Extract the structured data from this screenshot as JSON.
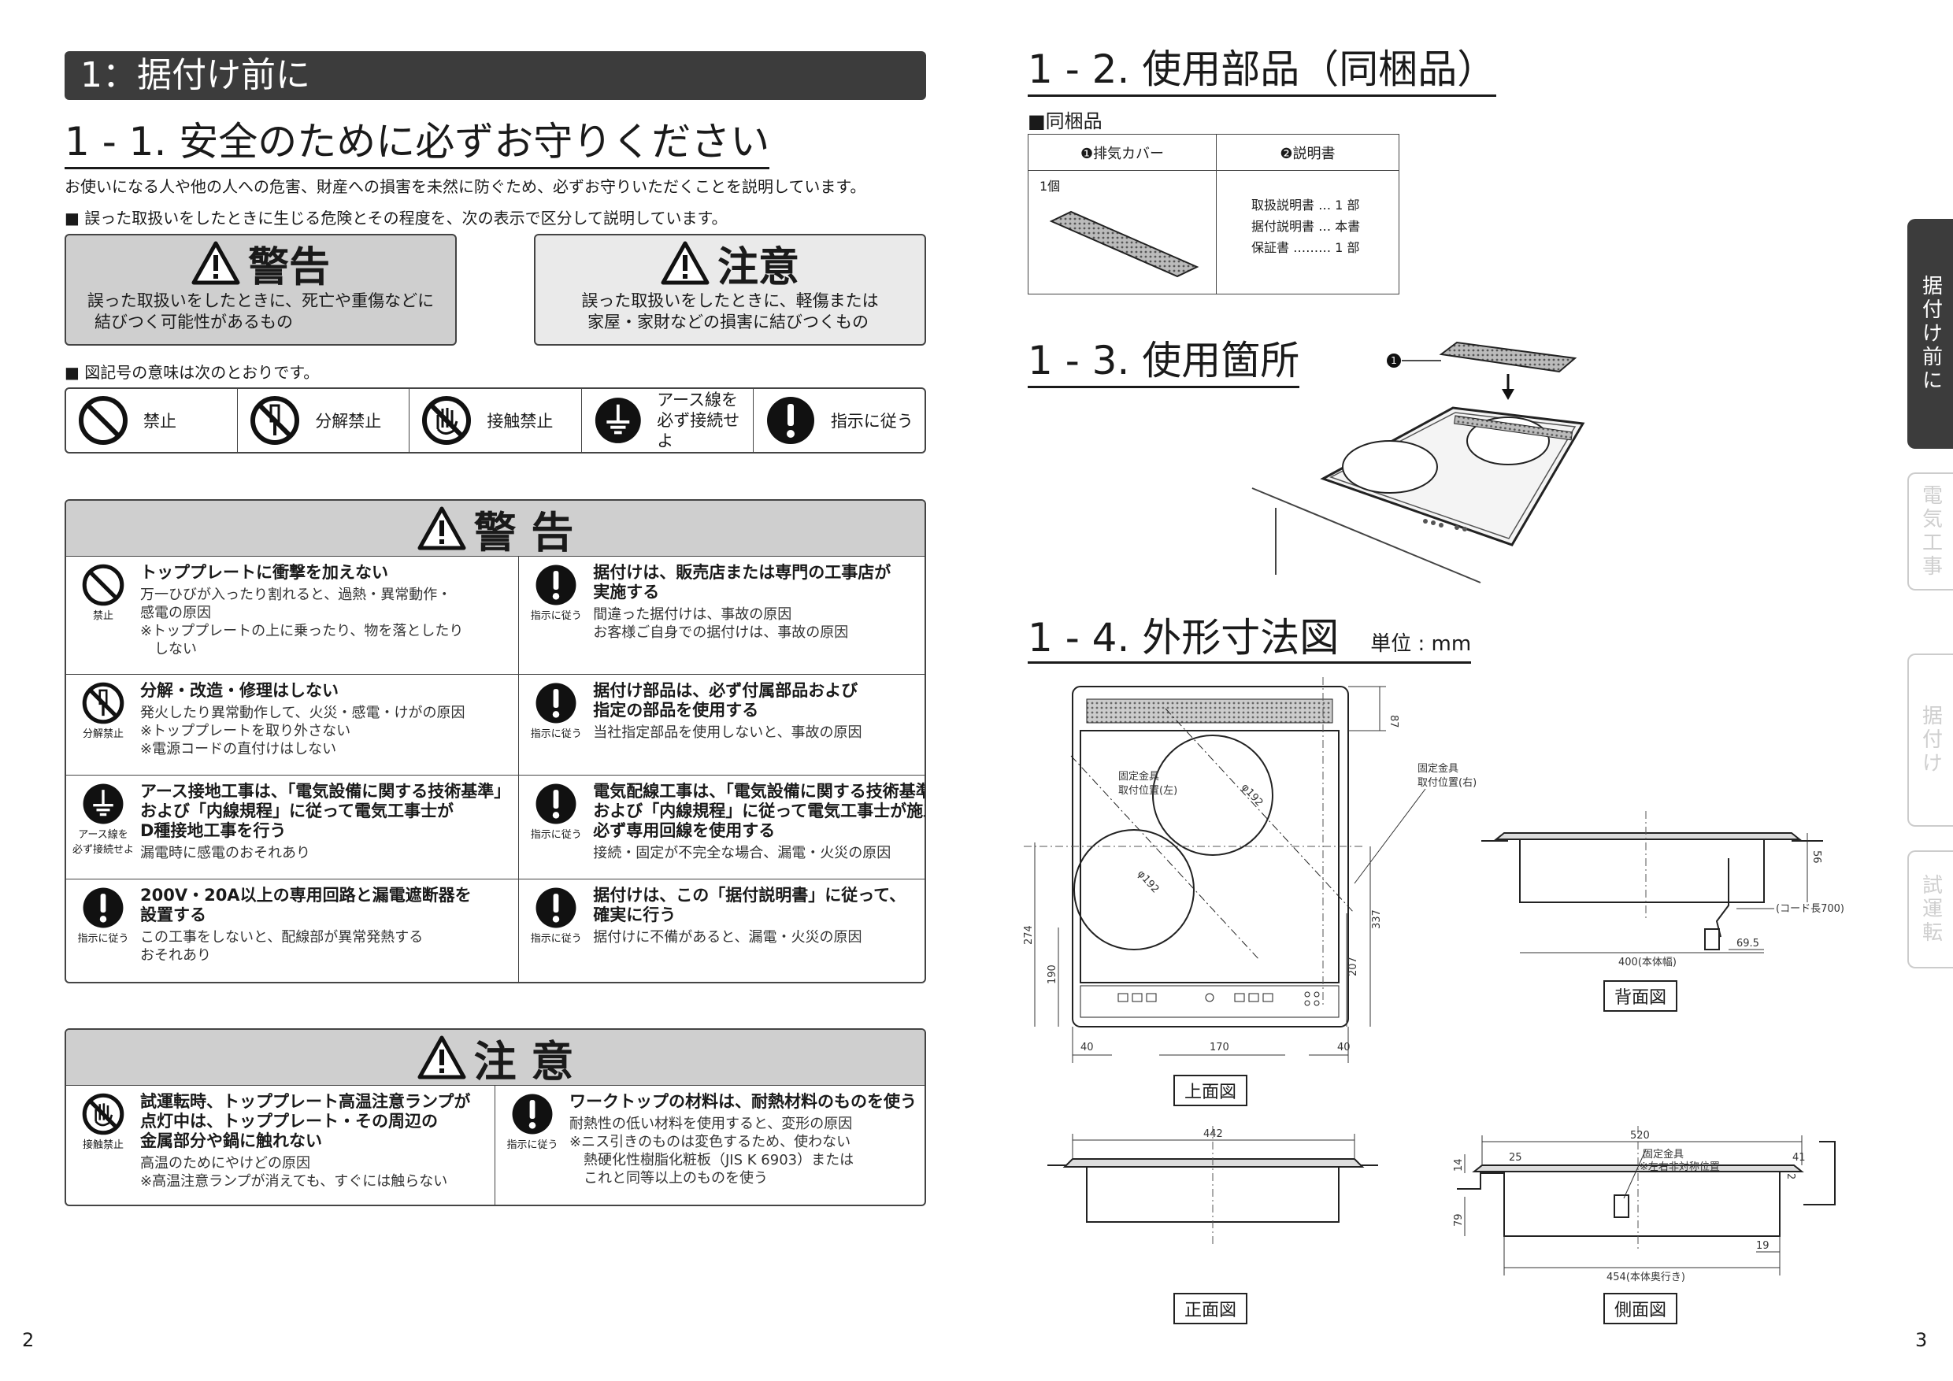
{
  "left_page": {
    "chapter_title": "1：据付け前に",
    "section_1_1": {
      "title": "1 - 1. 安全のために必ずお守りください",
      "intro": "お使いになる人や他の人への危害、財産への損害を未然に防ぐため、必ずお守りいただくことを説明しています。",
      "classify_note": "■ 誤った取扱いをしたときに生じる危険とその程度を、次の表示で区分して説明しています。",
      "warning_sign": {
        "label": "警告",
        "desc_1": "誤った取扱いをしたときに、死亡や重傷などに",
        "desc_2": "結びつく可能性があるもの"
      },
      "caution_sign": {
        "label": "注意",
        "desc_1": "誤った取扱いをしたときに、軽傷または",
        "desc_2": "家屋・家財などの損害に結びつくもの"
      },
      "symbols_note": "■ 図記号の意味は次のとおりです。",
      "symbols": [
        "禁止",
        "分解禁止",
        "接触禁止",
        "アース線を",
        "必ず接続せよ",
        "指示に従う"
      ]
    },
    "warning_panel": {
      "title": "警 告",
      "items": [
        {
          "icon_label": "禁止",
          "head_1": "トッププレートに衝撃を加えない",
          "head_2": "",
          "desc_1": "万一ひびが入ったり割れると、過熱・異常動作・",
          "desc_2": "感電の原因",
          "desc_3": "※トッププレートの上に乗ったり、物を落としたり",
          "desc_4": "　しない"
        },
        {
          "icon_label": "指示に従う",
          "head_1": "据付けは、販売店または専門の工事店が",
          "head_2": "実施する",
          "desc_1": "間違った据付けは、事故の原因",
          "desc_2": "お客様ご自身での据付けは、事故の原因",
          "desc_3": "",
          "desc_4": ""
        },
        {
          "icon_label": "分解禁止",
          "head_1": "分解・改造・修理はしない",
          "head_2": "",
          "desc_1": "発火したり異常動作して、火災・感電・けがの原因",
          "desc_2": "※トッププレートを取り外さない",
          "desc_3": "※電源コードの直付けはしない",
          "desc_4": ""
        },
        {
          "icon_label": "指示に従う",
          "head_1": "据付け部品は、必ず付属部品および",
          "head_2": "指定の部品を使用する",
          "desc_1": "当社指定部品を使用しないと、事故の原因",
          "desc_2": "",
          "desc_3": "",
          "desc_4": ""
        },
        {
          "icon_label": "アース線を",
          "icon_label_2": "必ず接続せよ",
          "head_1": "アース接地工事は、「電気設備に関する技術基準」",
          "head_2": "および「内線規程」に従って電気工事士が",
          "head_3": "D種接地工事を行う",
          "desc_1": "漏電時に感電のおそれあり",
          "desc_2": "",
          "desc_3": "",
          "desc_4": ""
        },
        {
          "icon_label": "指示に従う",
          "head_1": "電気配線工事は、「電気設備に関する技術基準」",
          "head_2": "および「内線規程」に従って電気工事士が施工し、",
          "head_3": "必ず専用回線を使用する",
          "desc_1": "接続・固定が不完全な場合、漏電・火災の原因",
          "desc_2": "",
          "desc_3": "",
          "desc_4": ""
        },
        {
          "icon_label": "指示に従う",
          "head_1": "200V・20A以上の専用回路と漏電遮断器を",
          "head_2": "設置する",
          "desc_1": "この工事をしないと、配線部が異常発熱する",
          "desc_2": "おそれあり",
          "desc_3": "",
          "desc_4": ""
        },
        {
          "icon_label": "指示に従う",
          "head_1": "据付けは、この「据付説明書」に従って、",
          "head_2": "確実に行う",
          "desc_1": "据付けに不備があると、漏電・火災の原因",
          "desc_2": "",
          "desc_3": "",
          "desc_4": ""
        }
      ]
    },
    "caution_panel": {
      "title": "注 意",
      "items": [
        {
          "icon_label": "接触禁止",
          "head_1": "試運転時、トッププレート高温注意ランプが",
          "head_2": "点灯中は、トッププレート・その周辺の",
          "head_3": "金属部分や鍋に触れない",
          "desc_1": "高温のためにやけどの原因",
          "desc_2": "※高温注意ランプが消えても、すぐには触らない",
          "desc_3": ""
        },
        {
          "icon_label": "指示に従う",
          "head_1": "ワークトップの材料は、耐熱材料のものを使う",
          "head_2": "",
          "head_3": "",
          "desc_1": "耐熱性の低い材料を使用すると、変形の原因",
          "desc_2": "※ニス引きのものは変色するため、使わない",
          "desc_3": "　熱硬化性樹脂化粧板（JIS K 6903）または",
          "desc_4": "　これと同等以上のものを使う"
        }
      ]
    },
    "page_number": "2"
  },
  "right_page": {
    "section_1_2": {
      "title": "1 - 2. 使用部品（同梱品）",
      "sub": "■同梱品",
      "col1_head": "❶排気カバー",
      "col2_head": "❷説明書",
      "qty": "1個",
      "doc_1": "取扱説明書 … 1 部",
      "doc_2": "据付説明書 … 本書",
      "doc_3": "保証書 ……… 1 部"
    },
    "section_1_3": {
      "title": "1 - 3. 使用箇所",
      "callout": "❶"
    },
    "section_1_4": {
      "title": "1 - 4. 外形寸法図",
      "unit": "単位 : mm",
      "top_view": {
        "label": "上面図",
        "dims": [
          "87",
          "274",
          "190",
          "337",
          "207",
          "40",
          "170",
          "40",
          "φ192",
          "φ192"
        ],
        "note_left_1": "固定金具",
        "note_left_2": "取付位置(左)",
        "note_right_1": "固定金具",
        "note_right_2": "取付位置(右)"
      },
      "back_view": {
        "label": "背面図",
        "dims": [
          "56",
          "400(本体幅)",
          "69.5"
        ],
        "cord": "(コード長700)"
      },
      "front_view": {
        "label": "正面図",
        "dims": [
          "442"
        ]
      },
      "side_view": {
        "label": "側面図",
        "dims": [
          "520",
          "25",
          "41",
          "14",
          "2",
          "79",
          "19",
          "454(本体奥行き)"
        ],
        "note_1": "固定金具",
        "note_2": "※左右非対称位置"
      }
    },
    "tabs": [
      "据付け前に",
      "電気工事",
      "据付け",
      "試運転"
    ],
    "page_number": "3"
  }
}
